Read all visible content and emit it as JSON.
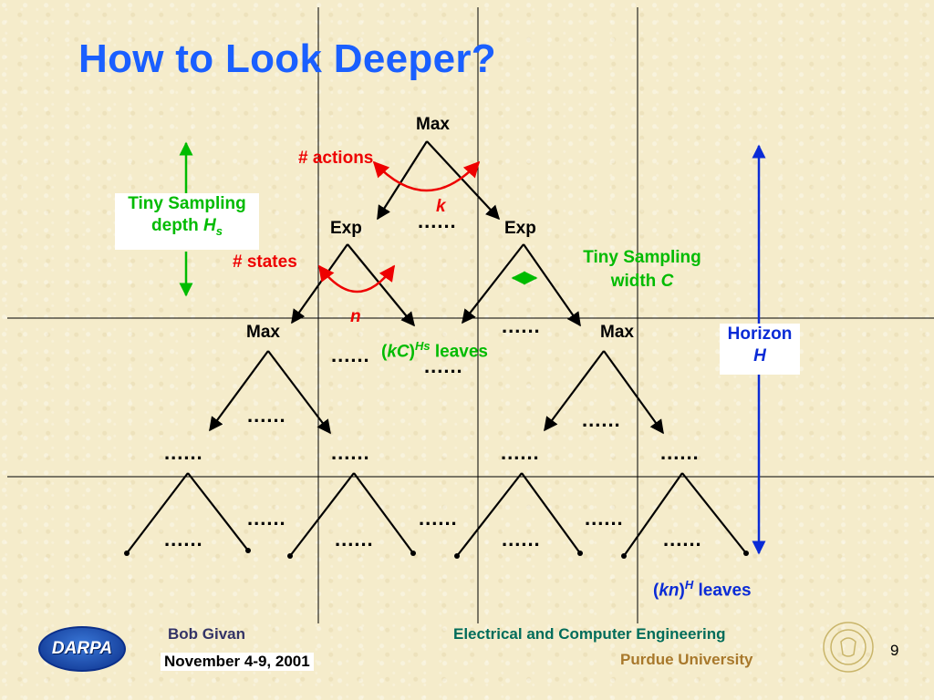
{
  "slide": {
    "title": "How to Look Deeper?",
    "page_number": "9"
  },
  "tree": {
    "root_label": "Max",
    "exp_label": "Exp",
    "max_label": "Max",
    "ellipsis": "......"
  },
  "annotations": {
    "actions": "# actions",
    "k": "k",
    "states": "# states",
    "n": "n",
    "tiny_depth_line1": "Tiny Sampling",
    "tiny_depth_line2": "depth ",
    "tiny_depth_var": "H",
    "tiny_depth_sub": "s",
    "tiny_width_line1": "Tiny Sampling",
    "tiny_width_line2": "width ",
    "tiny_width_var": "C",
    "kc_open": "(",
    "kc_var": "kC",
    "kc_close": ")",
    "kc_sup": "Hs",
    "kc_leaves": " leaves",
    "horizon_line1": "Horizon",
    "horizon_var": "H",
    "kn_open": "(",
    "kn_var": "kn",
    "kn_close": ")",
    "kn_sup": "H",
    "kn_leaves": " leaves"
  },
  "footer": {
    "logo_text": "DARPA",
    "author": "Bob Givan",
    "date": "November 4-9, 2001",
    "department": "Electrical and Computer Engineering",
    "university": "Purdue University"
  },
  "colors": {
    "title": "#1a5fff",
    "red": "#ee0000",
    "green": "#00bb00",
    "blue": "#0a2bd6"
  }
}
